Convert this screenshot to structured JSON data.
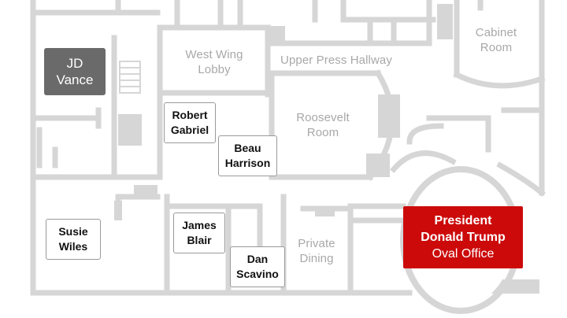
{
  "rooms": {
    "west_wing_lobby": "West Wing\nLobby",
    "upper_press_hallway": "Upper Press Hallway",
    "cabinet_room": "Cabinet\nRoom",
    "roosevelt_room": "Roosevelt\nRoom",
    "private_dining": "Private\nDining"
  },
  "people": {
    "jd_vance": "JD\nVance",
    "robert_gabriel": "Robert\nGabriel",
    "beau_harrison": "Beau\nHarrison",
    "susie_wiles": "Susie\nWiles",
    "james_blair": "James\nBlair",
    "dan_scavino": "Dan\nScavino",
    "president": "President\nDonald Trump",
    "president_room": "Oval Office"
  },
  "colors": {
    "wall": "#d6d6d6",
    "room_label": "#a8a8a8",
    "highlight": "#cc0a0a",
    "vp_box": "#6a6a6a"
  }
}
